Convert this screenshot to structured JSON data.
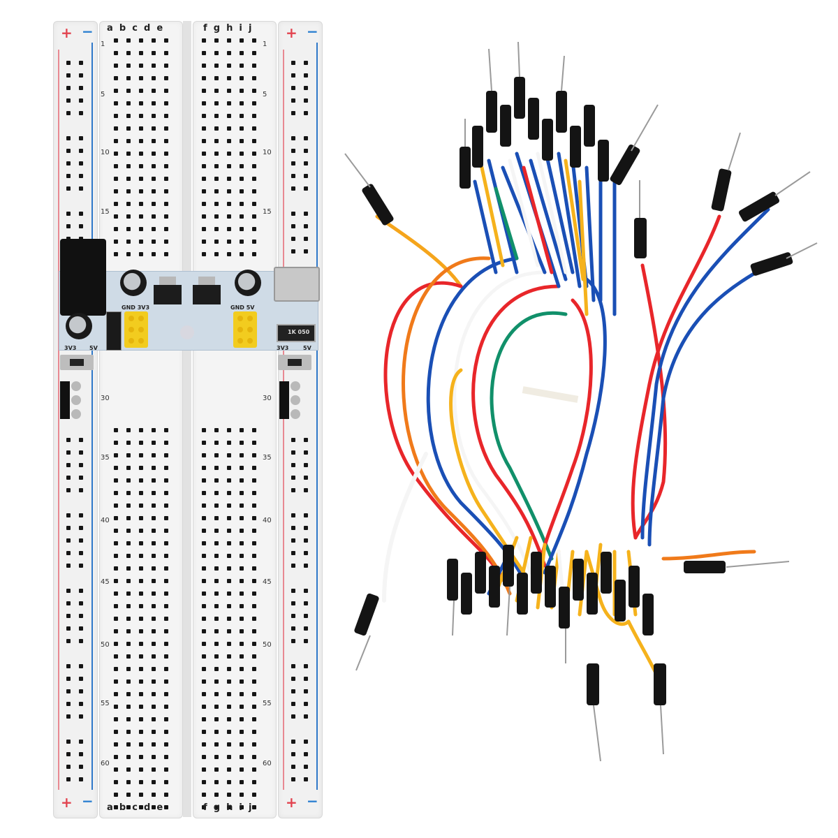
{
  "scene": {
    "description": "Product photo: 830-point solderless breadboard with MB102 power supply module and bundle of male-to-male jumper wires",
    "background": "#ffffff"
  },
  "breadboard": {
    "column_labels_left": [
      "a",
      "b",
      "c",
      "d",
      "e"
    ],
    "column_labels_right": [
      "f",
      "g",
      "h",
      "i",
      "j"
    ],
    "row_labels": [
      "1",
      "5",
      "10",
      "15",
      "30",
      "35",
      "40",
      "45",
      "50",
      "55",
      "60"
    ],
    "rail_signs": {
      "plus": "+",
      "minus": "−"
    },
    "colors": {
      "board": "#f2f2f2",
      "rail_red": "#e88992",
      "rail_blue": "#2f78c9",
      "hole": "#151515"
    }
  },
  "power_module": {
    "labels": {
      "left_header": "GND 3V3",
      "right_header": "GND 5V",
      "left_switch": [
        "3V3",
        "5V"
      ],
      "right_switch": [
        "3V3",
        "5V"
      ],
      "inductor": "1K 050"
    },
    "colors": {
      "pcb": "#cfdbe6",
      "jumper": "#f2cc1f"
    }
  },
  "jumper_wires": {
    "wire_colors": [
      "#e8262a",
      "#f07a1a",
      "#f5b21c",
      "#1a4fb5",
      "#11906a",
      "#f5f5f5",
      "#1a1a1a"
    ],
    "connector_color": "#141414",
    "tie": "white cable tie"
  }
}
